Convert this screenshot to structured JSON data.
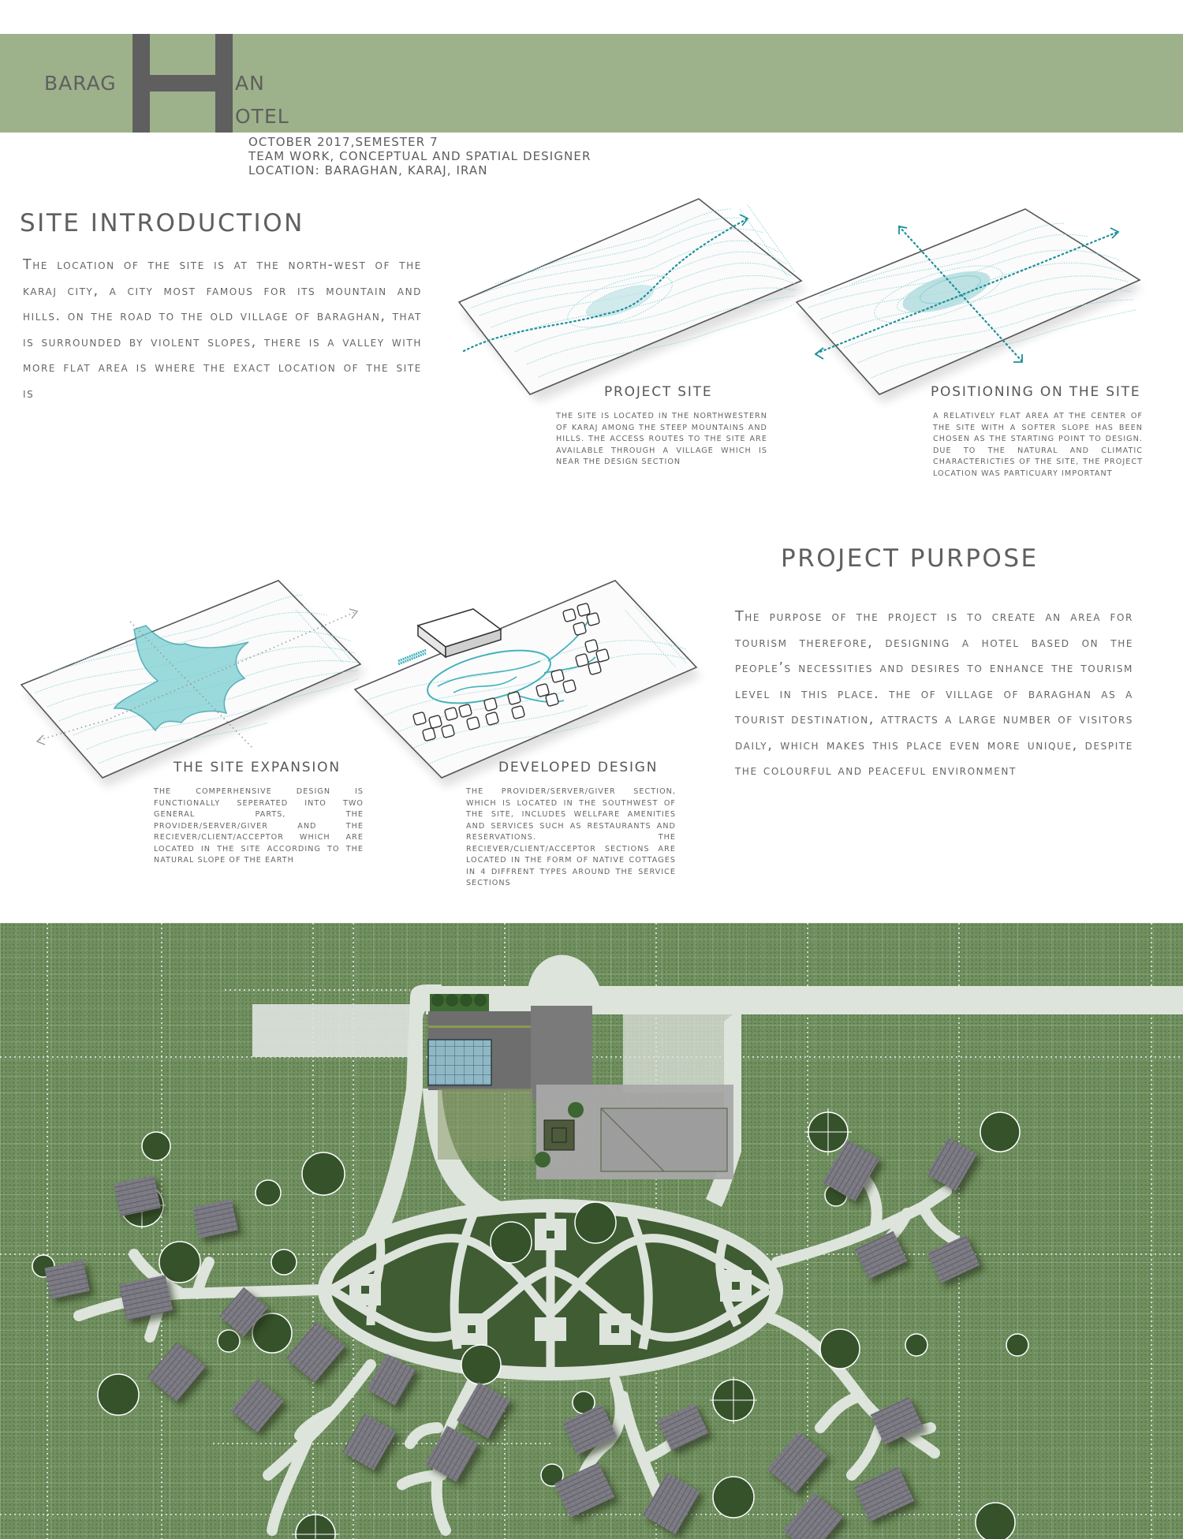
{
  "header": {
    "title_part1": "BARAG",
    "title_big_letter": "H",
    "title_part2": "AN",
    "title_part3": "OTEL",
    "full_title": "BARAGHAN HOTEL",
    "meta": [
      "OCTOBER 2017,SEMESTER 7",
      "TEAM WORK, CONCEPTUAL AND SPATIAL DESIGNER",
      "LOCATION: BARAGHAN, KARAJ, IRAN"
    ],
    "banner_color": "#9db18b",
    "letter_color": "#5f5f5f"
  },
  "site_introduction": {
    "title": "SITE INTRODUCTION",
    "body": "The location of the site is at the north-west of the Karaj city, a city most famous for its mountain and hills. On the road to the old village of Baraghan, that is surrounded by violent slopes, there is a valley with more flat area is where the exact location of the site iS"
  },
  "diagrams": [
    {
      "label": "PROJECT SITE",
      "caption": "THE SITE IS LOCATED IN THE NORTHWESTERN OF KARAJ AMONG THE STEEP MOUNTAINS AND HILLS. THE ACCESS ROUTES TO THE SITE ARE AVAILABLE THROUGH A VILLAGE WHICH IS NEAR THE DESIGN SECTION"
    },
    {
      "label": "POSITIONING ON THE SITE",
      "caption": "A RELATIVELY FLAT AREA AT THE CENTER OF THE SITE WITH A SOFTER SLOPE HAS BEEN CHOSEN AS THE STARTING POINT TO DESIGN. DUE TO THE NATURAL AND CLIMATIC CHARACTERICTIES OF THE SITE, THE PROJECT LOCATION WAS PARTICUARY IMPORTANT"
    },
    {
      "label": "THE SITE EXPANSION",
      "caption": "THE COMPERHENSIVE DESIGN IS FUNCTIONALLY SEPERATED INTO TWO GENERAL PARTS, THE PROVIDER/SERVER/GIVER AND THE RECIEVER/CLIENT/ACCEPTOR WHICH ARE LOCATED IN THE SITE ACCORDING TO THE NATURAL SLOPE OF THE EARTH"
    },
    {
      "label": "DEVELOPED DESIGN",
      "caption": "THE PROVIDER/SERVER/GIVER SECTION, WHICH IS LOCATED IN THE SOUTHWEST OF THE SITE, INCLUDES WELLFARE AMENITIES AND SERVICES SUCH AS RESTAURANTS AND RESERVATIONS. THE RECIEVER/CLIENT/ACCEPTOR SECTIONS ARE LOCATED IN THE FORM OF NATIVE COTTAGES IN 4 DIFFRENT TYPES AROUND THE SERVICE SECTIONS"
    }
  ],
  "project_purpose": {
    "title": "PROJECT PURPOSE",
    "body": "The purpose of the project is to create an area for tourism therefore, designing a hotel based on the people’s necessities and desires to enhance the tourism level in this place. The of village of Baraghan as a tourist destination, attracts a large number of visitors daily, which makes this place even more unique, despite the colourful and peaceful environment"
  },
  "colors": {
    "contour": "#7fc8cc",
    "route": "#1e8f9a",
    "grass": "#6f8f5e",
    "path": "#dfe6df",
    "roof": "#7b7a82",
    "text": "#5e5e5e"
  },
  "site_plan": {
    "elements": [
      "hotel-building",
      "glass-atrium",
      "parking-lot-west",
      "parking-lot-east",
      "access-road",
      "oval-courtyard",
      "native-cottages",
      "trees"
    ]
  }
}
